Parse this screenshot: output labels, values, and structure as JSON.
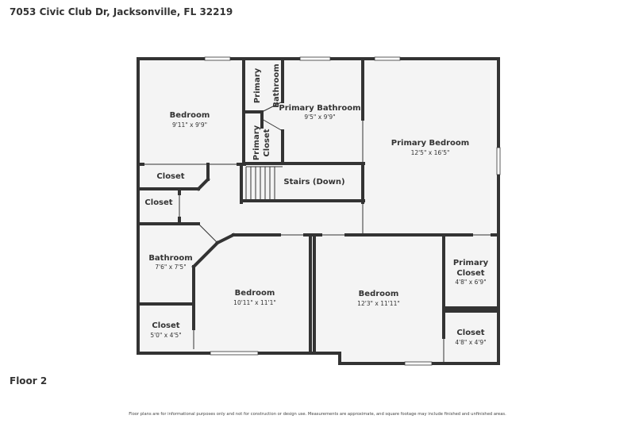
{
  "address": "7053 Civic Club Dr, Jacksonville, FL 32219",
  "floor": "Floor 2",
  "disclaimer": "Floor plans are for informational purposes only and not for construction or design use. Measurements are approximate, and square footage may include finished and unfinished areas.",
  "rooms": {
    "bedroom_nw": {
      "name": "Bedroom",
      "dims": "9'11\" x 9'9\""
    },
    "primary_bathroom_small": {
      "name_line1": "Primary",
      "name_line2": "Bathroom"
    },
    "primary_bathroom": {
      "name": "Primary Bathroom",
      "dims": "9'5\" x 9'9\""
    },
    "primary_closet_small": {
      "name_line1": "Primary",
      "name_line2": "Closet"
    },
    "primary_bedroom": {
      "name": "Primary Bedroom",
      "dims": "12'5\" x 16'5\""
    },
    "closet_upper": {
      "name": "Closet"
    },
    "stairs": {
      "name": "Stairs (Down)"
    },
    "closet_middle": {
      "name": "Closet"
    },
    "bathroom": {
      "name": "Bathroom",
      "dims": "7'6\" x 7'5\""
    },
    "bedroom_center": {
      "name": "Bedroom",
      "dims": "10'11\" x 11'1\""
    },
    "bedroom_east": {
      "name": "Bedroom",
      "dims": "12'3\" x 11'11\""
    },
    "primary_closet": {
      "name_line1": "Primary",
      "name_line2": "Closet",
      "dims": "4'8\" x 6'9\""
    },
    "closet_sw": {
      "name": "Closet",
      "dims": "5'0\" x 4'5\""
    },
    "closet_se": {
      "name": "Closet",
      "dims": "4'8\" x 4'9\""
    }
  },
  "colors": {
    "wall": "#333333",
    "floor": "#f4f4f4",
    "background": "#ffffff"
  }
}
